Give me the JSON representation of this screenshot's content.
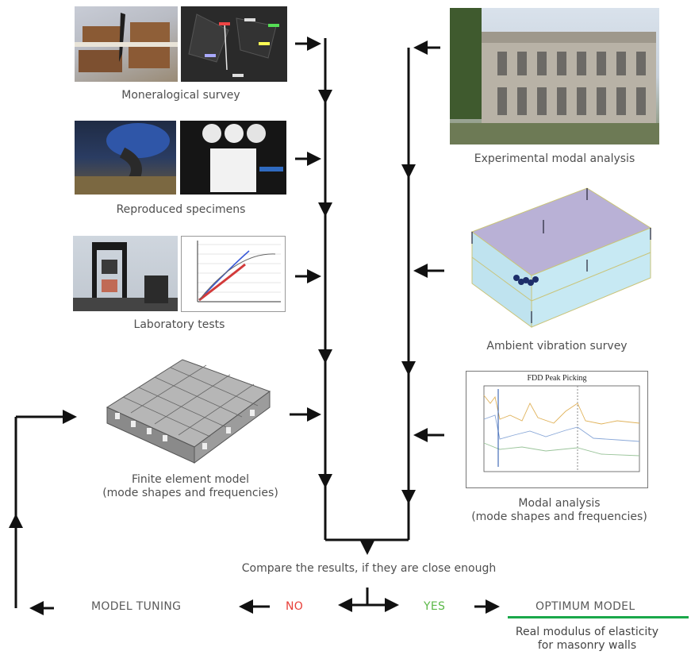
{
  "captions": {
    "mineralogical": "Moneralogical survey",
    "specimens": "Reproduced specimens",
    "laboratory": "Laboratory tests",
    "fem_line1": "Finite element model",
    "fem_line2": "(mode shapes and frequencies)",
    "experimental": "Experimental modal analysis",
    "ambient": "Ambient vibration survey",
    "modal_line1": "Modal analysis",
    "modal_line2": "(mode shapes and frequencies)"
  },
  "compare": "Compare the results, if they are close enough",
  "outcomes": {
    "tuning": "MODEL TUNING",
    "no": "NO",
    "yes": "YES",
    "optimum": "OPTIMUM MODEL",
    "real_line1": "Real modulus of elasticity",
    "real_line2": "for masonry walls"
  },
  "fdd_title": "FDD Peak Picking",
  "colors": {
    "no": "#e8403a",
    "yes": "#5bb848",
    "underline": "#1aa84a",
    "arrow": "#111111",
    "caption": "#4f4f4f"
  }
}
